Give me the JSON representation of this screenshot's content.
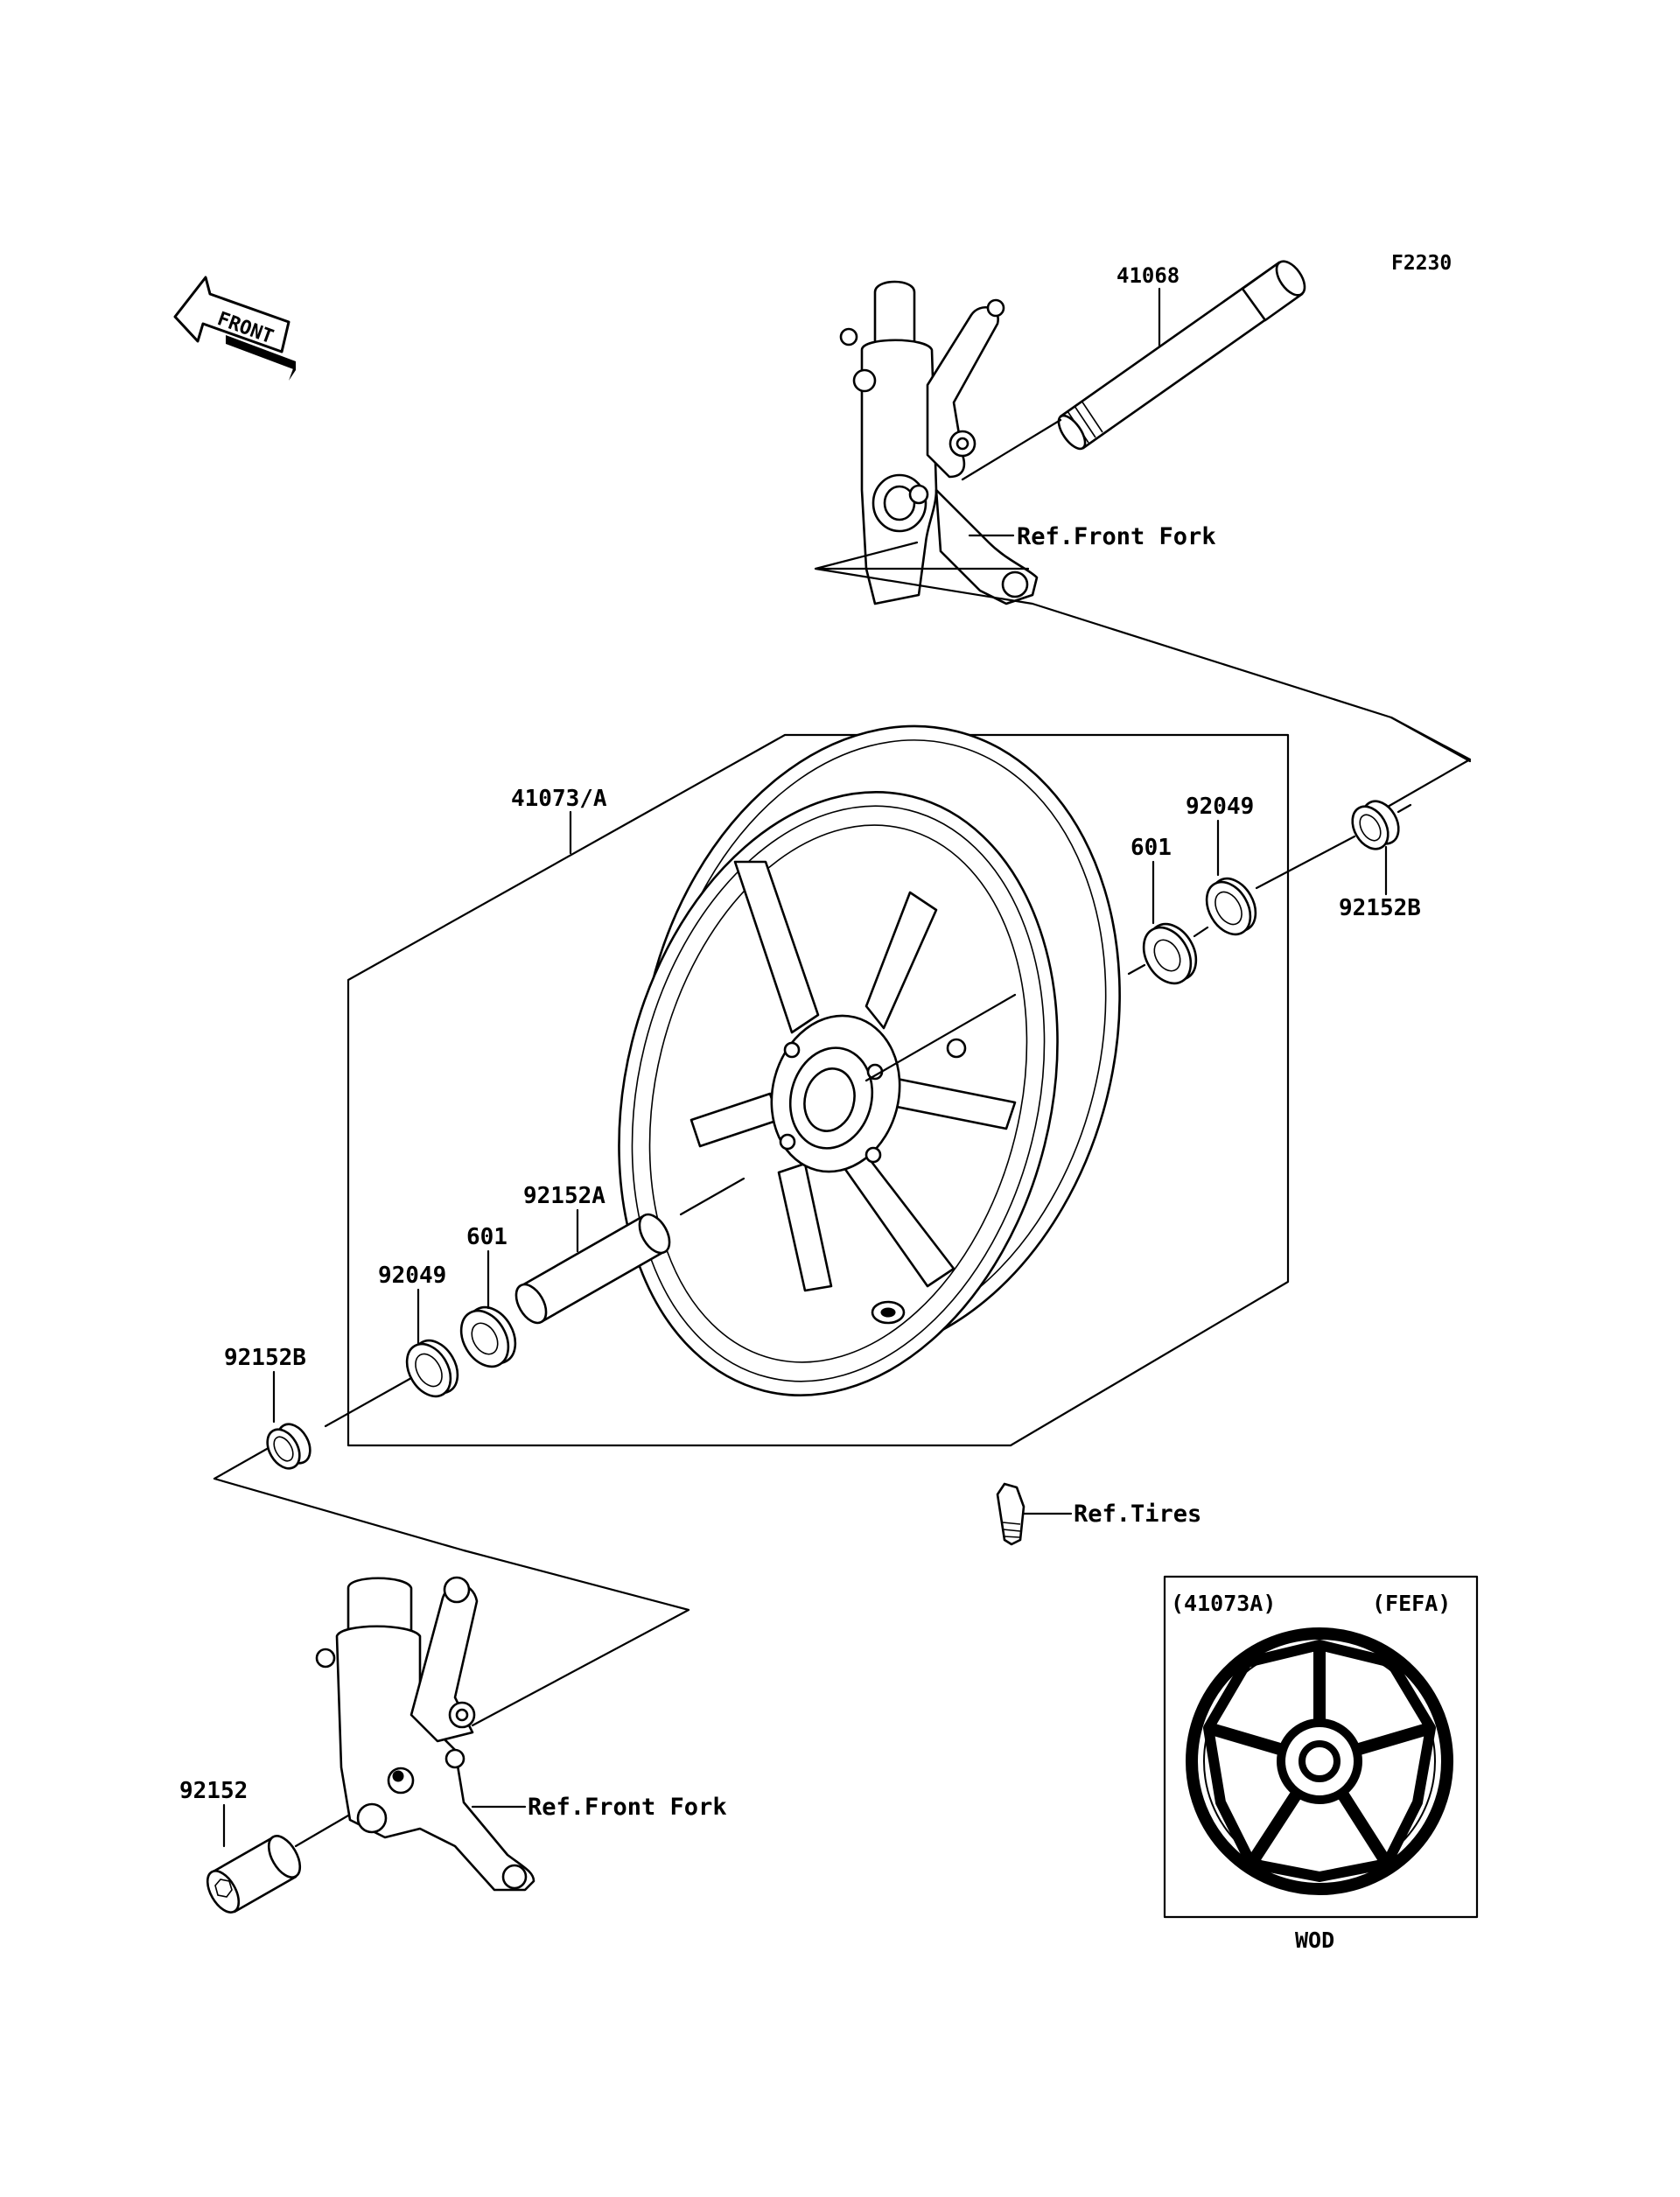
{
  "figure_code": "F2230",
  "front_arrow": {
    "text": "FRONT",
    "icon": "front-direction-arrow-icon"
  },
  "callouts": {
    "axle": "41068",
    "ref_front_fork_top": "Ref.Front Fork",
    "wheel": "41073/A",
    "seal_right": "92049",
    "bearing_right": "601",
    "collar_right": "92152B",
    "spacer": "92152A",
    "bearing_left": "601",
    "seal_left": "92049",
    "collar_left": "92152B",
    "ref_tires": "Ref.Tires",
    "collar_bottom": "92152",
    "ref_front_fork_bottom": "Ref.Front Fork"
  },
  "inset": {
    "part_number": "(41073A)",
    "color_code": "(FEFA)",
    "color_caption": "WOD"
  },
  "colors": {
    "line": "#000000",
    "background": "#ffffff"
  }
}
